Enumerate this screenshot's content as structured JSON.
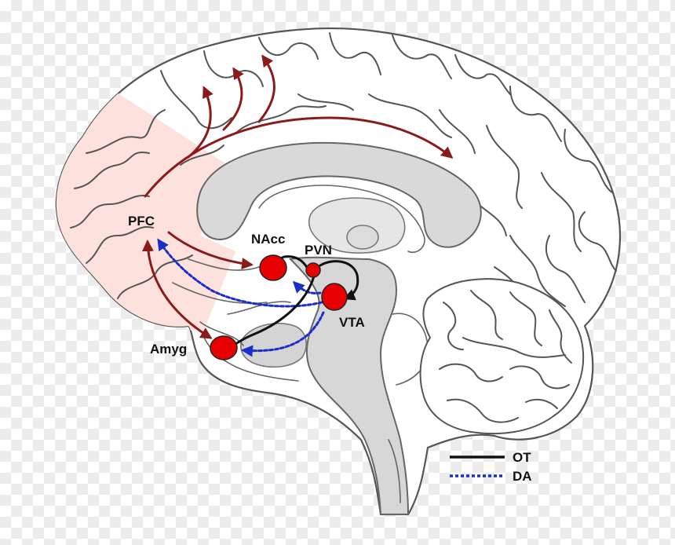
{
  "labels": {
    "pfc": "PFC",
    "nacc": "NAcc",
    "pvn": "PVN",
    "vta": "VTA",
    "amyg": "Amyg"
  },
  "legend": {
    "ot": "OT",
    "da": "DA"
  },
  "colors": {
    "pfc_region": "#fde1dd",
    "nucleus_fill": "#e60000",
    "cortical_arrow": "#8b1a1a",
    "ot_path": "#111111",
    "da_path": "#1a2fc9",
    "brainstem": "#d7d7d7",
    "outline": "#555555"
  }
}
